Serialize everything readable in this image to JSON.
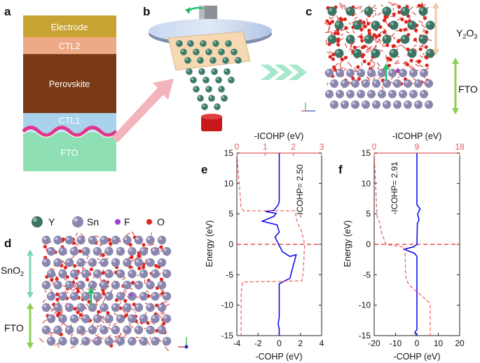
{
  "panels": {
    "a": "a",
    "b": "b",
    "c": "c",
    "d": "d",
    "e": "e",
    "f": "f"
  },
  "stack_layers": [
    "Electrode",
    "CTL2",
    "Perovskite",
    "CTL1",
    "FTO"
  ],
  "panel_c": {
    "y2o3_base": "Y",
    "y2o3_sub2": "2",
    "y2o3_mid": "O",
    "y2o3_sub3": "3",
    "fto": "FTO"
  },
  "panel_d": {
    "sno2_base": "SnO",
    "sno2_sub": "2",
    "fto": "FTO"
  },
  "legend": [
    "Y",
    "Sn",
    "F",
    "O"
  ],
  "colors": {
    "Y": "#3d7363",
    "Sn": "#8a86ad",
    "F": "#9b3fd6",
    "O": "#e2221b",
    "red_axis": "#e85a5a",
    "cohp": "#0000ee"
  },
  "axis_texts": {
    "bottom_label": "-COHP (eV)",
    "top_label": "-ICOHP (eV)",
    "y_label": "Energy (eV)"
  },
  "chart_data": [
    {
      "type": "line",
      "title": "",
      "panel": "e",
      "xlabel": "-COHP (eV)",
      "x2label": "-ICOHP (eV)",
      "ylabel": "Energy (eV)",
      "xlim": [
        -4,
        4
      ],
      "x2lim": [
        0,
        3
      ],
      "ylim": [
        -15,
        15
      ],
      "xticks": [
        "-4",
        "-2",
        "0",
        "2",
        "4"
      ],
      "x2ticks": [
        "0",
        "1",
        "2",
        "3"
      ],
      "yticks": [
        "-15",
        "-10",
        "-5",
        "0",
        "5",
        "10",
        "15"
      ],
      "annotation": "-ICOHP= 2.50",
      "fermi_level": 0,
      "series": [
        {
          "style": "solid",
          "axis": "bottom",
          "x": [
            0,
            0,
            -0.1,
            -0.5,
            -1.3,
            -0.3,
            -0.5,
            -1.6,
            -0.2,
            0,
            -0.4,
            0.3,
            1.0,
            1.6,
            1.0,
            0.5,
            0,
            0,
            -0.1,
            0,
            0
          ],
          "y": [
            15,
            7,
            6.5,
            5.6,
            5.4,
            5.1,
            4.6,
            3.8,
            3.2,
            2,
            1.2,
            -1.2,
            -2,
            -1.7,
            -5.6,
            -6,
            -6.5,
            -12,
            -13,
            -14,
            -15
          ]
        },
        {
          "style": "dashed",
          "axis": "top",
          "x": [
            0,
            0.15,
            0.25,
            2.05,
            2.15,
            2.3,
            2.4,
            2.35,
            2.3,
            0.2,
            0.15,
            0.15
          ],
          "y": [
            15,
            6,
            5.5,
            5.5,
            3.5,
            2,
            0,
            -4.5,
            -6,
            -6.2,
            -8,
            -15
          ]
        }
      ]
    },
    {
      "type": "line",
      "title": "",
      "panel": "f",
      "xlabel": "-COHP (eV)",
      "x2label": "-ICOHP (eV)",
      "ylabel": "Energy (eV)",
      "xlim": [
        -20,
        20
      ],
      "x2lim": [
        0,
        18
      ],
      "ylim": [
        -15,
        15
      ],
      "xticks": [
        "-20",
        "-10",
        "0",
        "10",
        "20"
      ],
      "x2ticks": [
        "0",
        "9",
        "18"
      ],
      "yticks": [
        "-15",
        "-10",
        "-5",
        "0",
        "5",
        "10",
        "15"
      ],
      "annotation": "-ICOHP= 2.91",
      "fermi_level": 0,
      "series": [
        {
          "style": "solid",
          "axis": "bottom",
          "x": [
            0,
            0,
            1.5,
            0.3,
            1.0,
            0.2,
            0,
            -1.5,
            -6,
            -1,
            0,
            0,
            0,
            -1,
            0,
            0
          ],
          "y": [
            15,
            6.5,
            5.8,
            5,
            4,
            3.5,
            0,
            -0.4,
            -0.8,
            -1.5,
            -2,
            -13,
            -14,
            -14.5,
            -15,
            -15
          ]
        },
        {
          "style": "dashed",
          "axis": "top",
          "x": [
            0,
            0.6,
            1.2,
            1.5,
            2.0,
            2.5,
            6.5,
            6.6,
            6.7,
            7.2,
            7.8,
            11.5,
            11.8,
            11.8
          ],
          "y": [
            15,
            4.5,
            3.5,
            2,
            1,
            0,
            -0.5,
            -4.6,
            -5.5,
            -6.5,
            -7,
            -9.5,
            -10,
            -15
          ]
        }
      ]
    }
  ]
}
